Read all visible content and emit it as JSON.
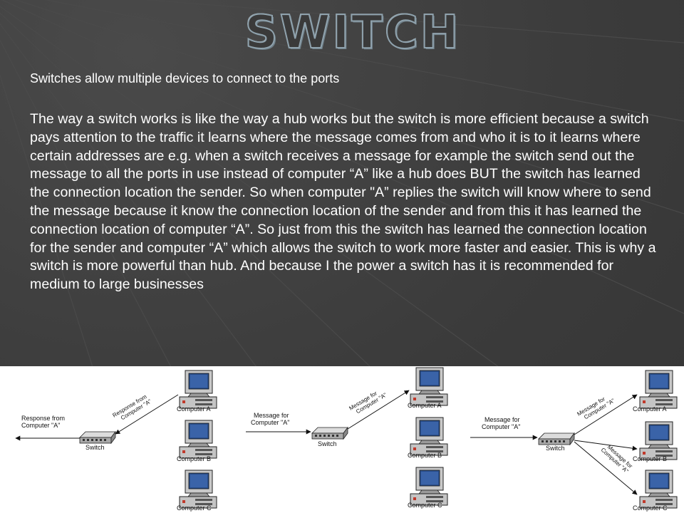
{
  "slide": {
    "title": "Switch",
    "intro": "Switches allow multiple devices to connect to the ports",
    "body": "The way a switch works is like the way a hub works but the switch is more efficient because a switch pays attention to the traffic it learns where the message comes from and who it is to it learns where certain addresses are e.g. when a switch receives a message for example the switch send out the message to all the ports in use instead of computer “A” like a hub does BUT the switch has learned the connection location the sender. So when computer \"A” replies the switch will know where to send the message because it know the connection location of the sender and from this it has learned the connection location of computer “A”. So just from this the switch has learned the connection location for the sender and computer “A” which allows the switch to work more faster and easier. This is why a switch is more powerful than hub. And because I the power a switch has it is recommended for medium to large businesses"
  },
  "diagrams": [
    {
      "input_label": [
        "Response from",
        "Computer \"A\""
      ],
      "switch_label": "Switch",
      "link_label": [
        "Response from",
        "Computer \"A\""
      ],
      "computers": [
        "Computer A",
        "Computer B",
        "Computer C"
      ]
    },
    {
      "input_label": [
        "Message for",
        "Computer \"A\""
      ],
      "switch_label": "Switch",
      "link_label": [
        "Message for",
        "Computer \"A\""
      ],
      "computers": [
        "Computer A",
        "Computer B",
        "Computer C"
      ]
    },
    {
      "input_label": [
        "Message for",
        "Computer \"A\""
      ],
      "switch_label": "Switch",
      "link_label": [
        "Message for",
        "Computer \"A\""
      ],
      "link_label_2": [
        "Message for",
        "Computer \"A\""
      ],
      "computers": [
        "Computer A",
        "Computer B",
        "Computer C"
      ]
    }
  ]
}
